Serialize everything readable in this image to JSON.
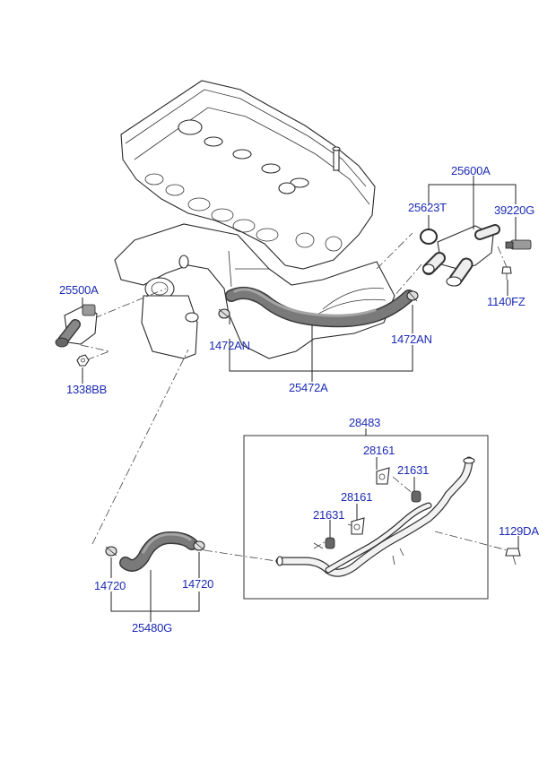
{
  "diagram": {
    "labels": {
      "p25600A": "25600A",
      "p25623T": "25623T",
      "p39220G": "39220G",
      "p1140FZ": "1140FZ",
      "p25500A": "25500A",
      "p1338BB": "1338BB",
      "p1472AN_left": "1472AN",
      "p1472AN_right": "1472AN",
      "p25472A": "25472A",
      "p28483": "28483",
      "p28161_upper": "28161",
      "p21631_upper": "21631",
      "p28161_lower": "28161",
      "p21631_lower": "21631",
      "p1129DA": "1129DA",
      "p14720_left": "14720",
      "p14720_right": "14720",
      "p25480G": "25480G"
    }
  }
}
